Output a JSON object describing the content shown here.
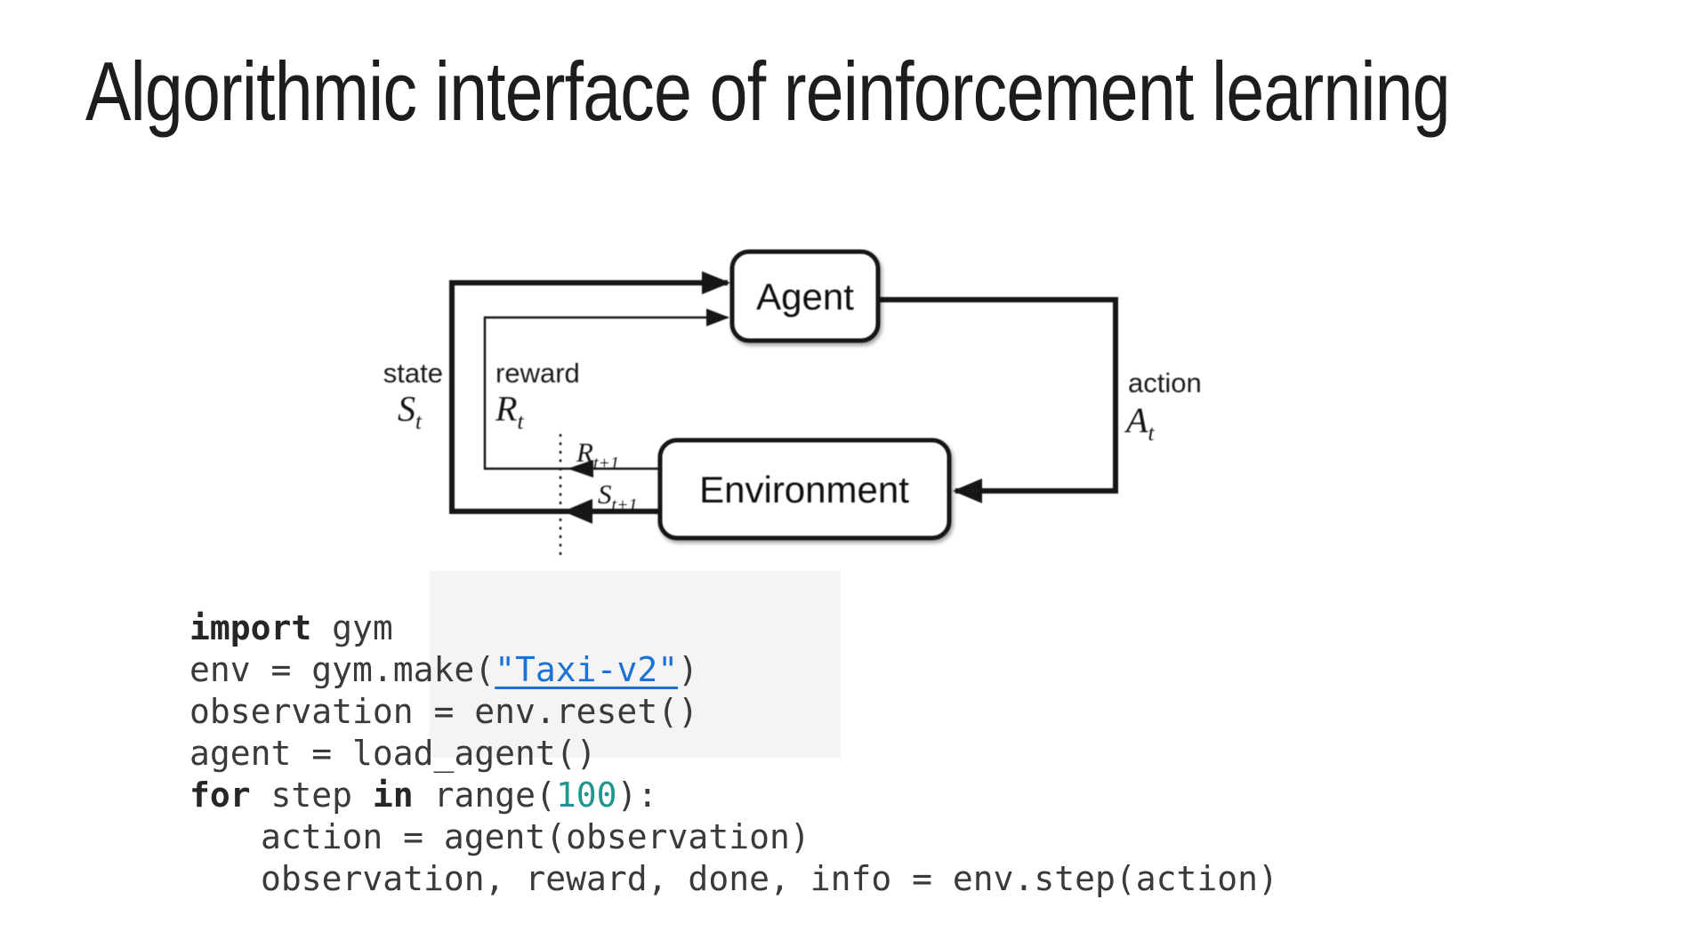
{
  "title": "Algorithmic interface of reinforcement learning",
  "diagram": {
    "agent_label": "Agent",
    "environment_label": "Environment",
    "state": {
      "label": "state",
      "symbol": "S",
      "subscript": "t"
    },
    "reward": {
      "label": "reward",
      "symbol": "R",
      "subscript": "t"
    },
    "action": {
      "label": "action",
      "symbol": "A",
      "subscript": "t"
    },
    "next_reward": {
      "symbol": "R",
      "subscript": "t+1"
    },
    "next_state": {
      "symbol": "S",
      "subscript": "t+1"
    }
  },
  "code": {
    "lines": [
      {
        "indent": 0,
        "tokens": [
          [
            "kw",
            "import"
          ],
          [
            "pl",
            " gym"
          ]
        ]
      },
      {
        "indent": 0,
        "tokens": [
          [
            "pl",
            "env = gym.make("
          ],
          [
            "link",
            "\"Taxi-v2\""
          ],
          [
            "pl",
            ")"
          ]
        ]
      },
      {
        "indent": 0,
        "tokens": [
          [
            "pl",
            "observation = env.reset()"
          ]
        ]
      },
      {
        "indent": 0,
        "tokens": [
          [
            "pl",
            "agent = load_agent()"
          ]
        ]
      },
      {
        "indent": 0,
        "tokens": [
          [
            "kw",
            "for"
          ],
          [
            "pl",
            " step "
          ],
          [
            "kw",
            "in"
          ],
          [
            "pl",
            " range("
          ],
          [
            "num",
            "100"
          ],
          [
            "pl",
            "):"
          ]
        ]
      },
      {
        "indent": 1,
        "tokens": [
          [
            "pl",
            "action = agent(observation)"
          ]
        ]
      },
      {
        "indent": 1,
        "tokens": [
          [
            "pl",
            "observation, reward, done, info = env.step(action)"
          ]
        ]
      }
    ]
  },
  "colors": {
    "link_blue": "#1a72d8",
    "number_teal": "#1f968e",
    "code_text": "#3a3a3a",
    "keyword_dark": "#262626",
    "code_bg_gray": "#f5f4f2",
    "diagram_ink": "#161616"
  }
}
